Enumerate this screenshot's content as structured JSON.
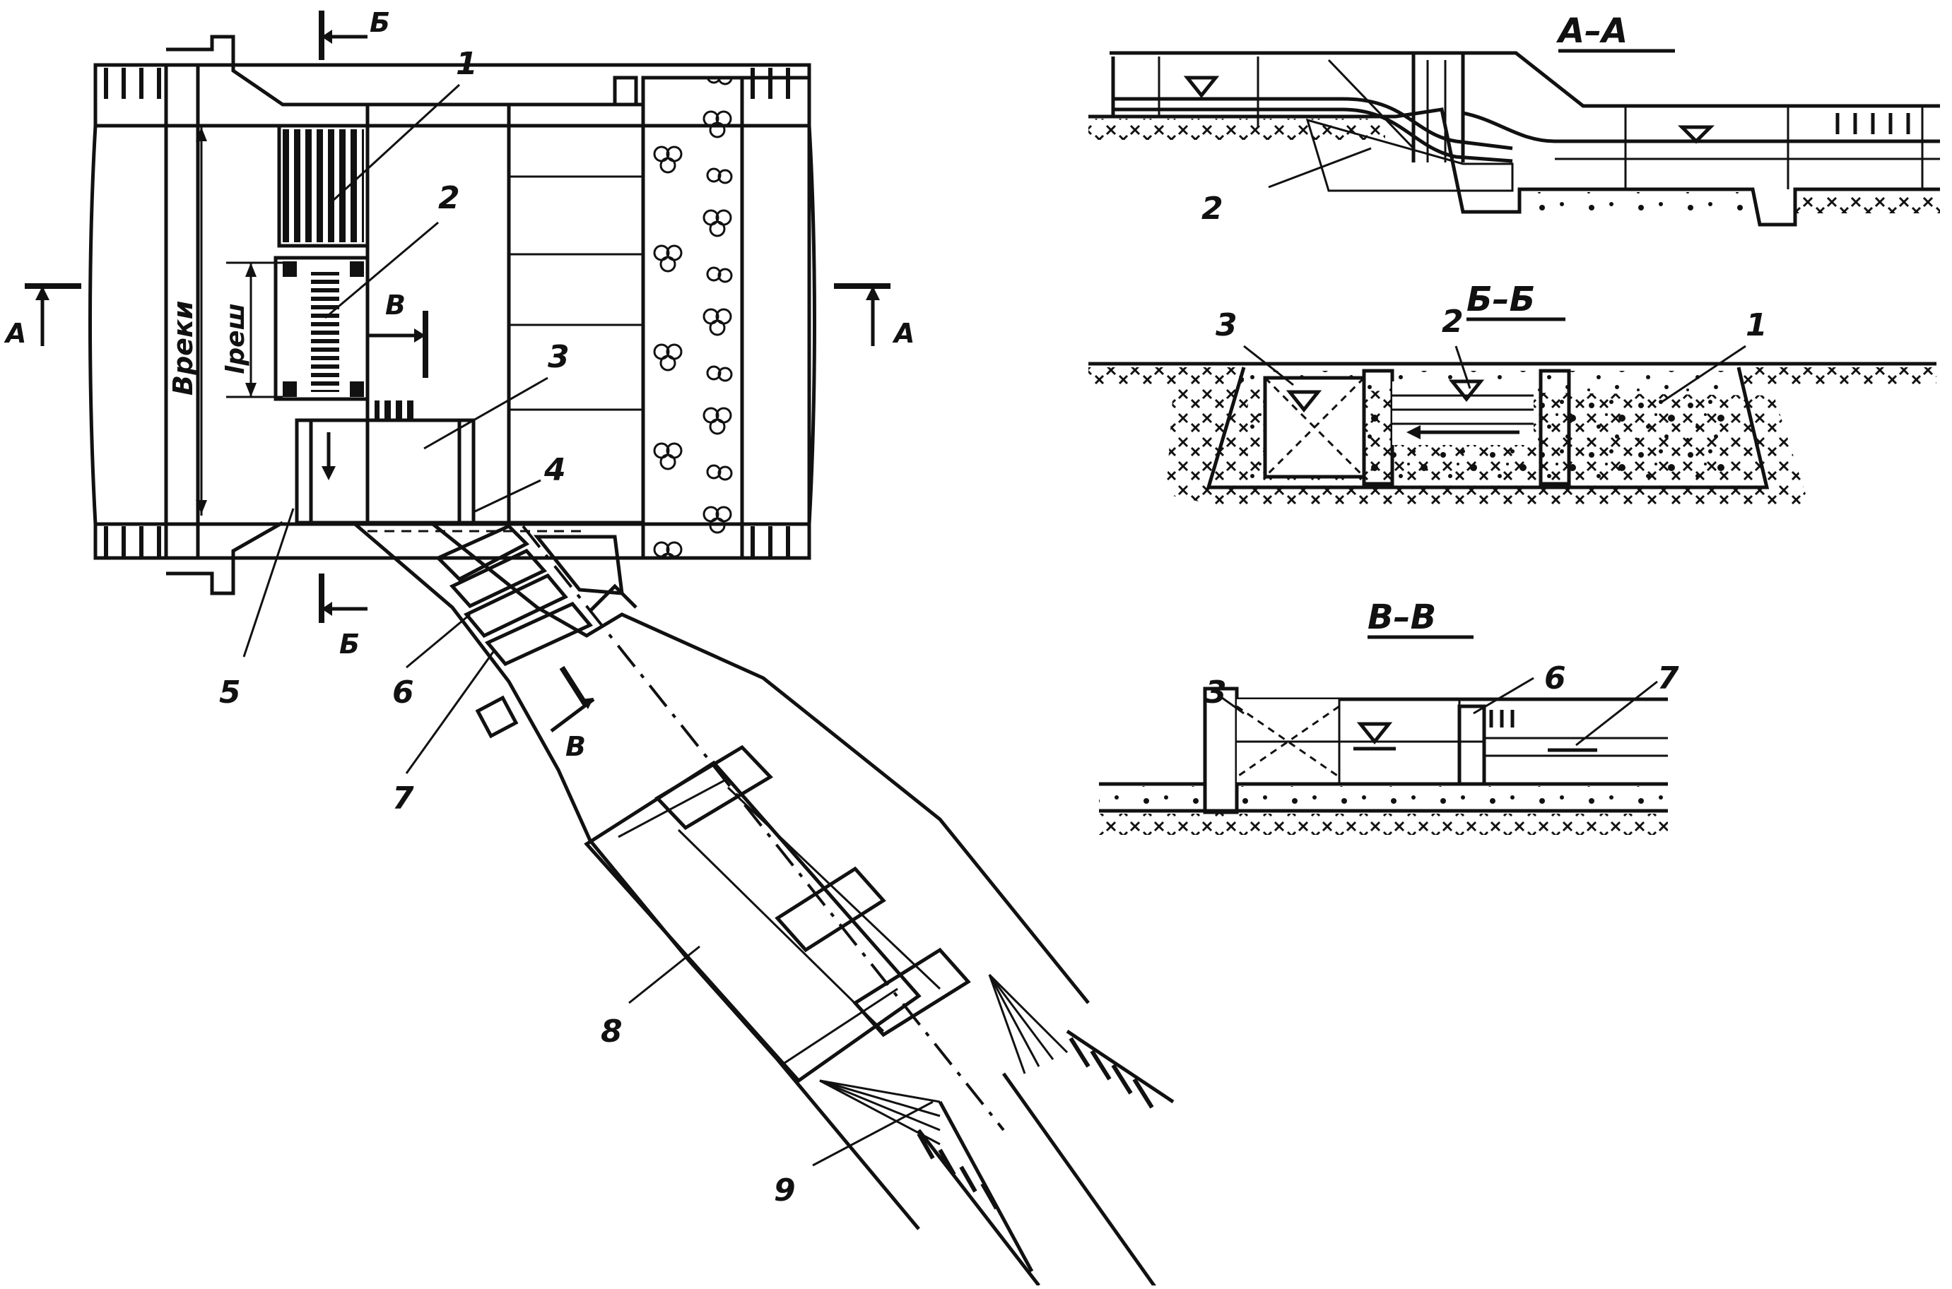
{
  "plan": {
    "section_marks": {
      "a": "А",
      "b": "Б",
      "v": "В"
    },
    "dimensions": {
      "river_width": "Вреки",
      "grate_width": "lреш"
    },
    "callouts": [
      "1",
      "2",
      "3",
      "4",
      "5",
      "6",
      "7",
      "8",
      "9"
    ]
  },
  "sections": {
    "aa": {
      "title": "А–А",
      "callouts": [
        "2"
      ]
    },
    "bb": {
      "title": "Б–Б",
      "callouts": [
        "3",
        "2",
        "1"
      ]
    },
    "vv": {
      "title": "В–В",
      "callouts": [
        "3",
        "6",
        "7"
      ]
    }
  }
}
